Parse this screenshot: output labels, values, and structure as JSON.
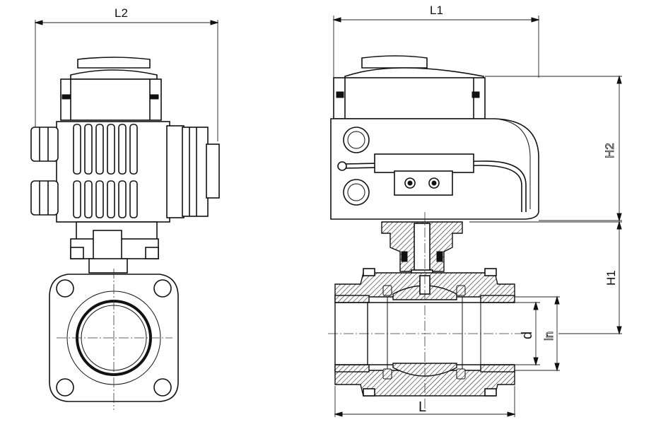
{
  "dimensions": {
    "L2": "L2",
    "L1": "L1",
    "H2": "H2",
    "H1": "H1",
    "d": "d",
    "in": "in",
    "L": "L"
  }
}
